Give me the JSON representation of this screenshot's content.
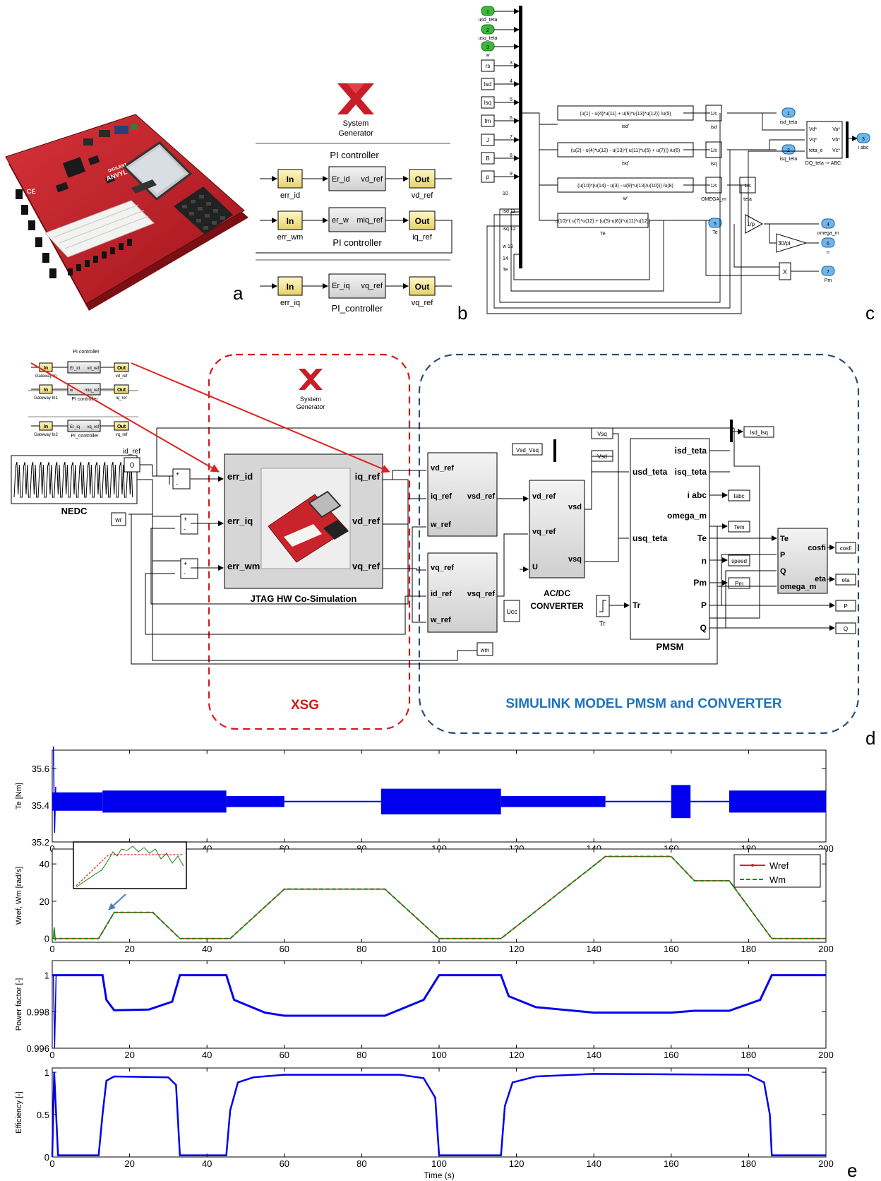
{
  "panel_labels": {
    "a": "a",
    "b": "b",
    "c": "c",
    "d": "d",
    "e": "e"
  },
  "board": {
    "brand": "DIGILENT",
    "model": "ANVYL",
    "mark": "CE"
  },
  "panel_b": {
    "logo": {
      "line1": "System",
      "line2": "Generator"
    },
    "header": "PI controller",
    "rows": [
      {
        "in_block": "In",
        "in_label": "err_id",
        "port_in": "Er_id",
        "port_out": "vd_ref",
        "sub_label": "",
        "out_block": "Out",
        "out_label": "vd_ref"
      },
      {
        "in_block": "In",
        "in_label": "err_wm",
        "port_in": "er_w",
        "port_out": "miq_ref",
        "sub_label": "PI  controller",
        "out_block": "Out",
        "out_label": "iq_ref"
      },
      {
        "in_block": "In",
        "in_label": "err_iq",
        "port_in": "Er_iq",
        "port_out": "vq_ref",
        "sub_label": "PI_controller",
        "out_block": "Out",
        "out_label": "vq_ref"
      }
    ]
  },
  "panel_c": {
    "inputs": [
      {
        "port": "1",
        "label": "usd_teta",
        "num": ""
      },
      {
        "port": "2",
        "label": "usq_teta",
        "num": ""
      },
      {
        "port": "3",
        "label": "w",
        "num": ""
      },
      {
        "port": "rs",
        "label": "",
        "num": "3"
      },
      {
        "port": "lsd",
        "label": "",
        "num": "4"
      },
      {
        "port": "lsq",
        "label": "",
        "num": "5"
      },
      {
        "port": "fm",
        "label": "",
        "num": "6"
      },
      {
        "port": "J",
        "label": "",
        "num": "7"
      },
      {
        "port": "B",
        "label": "",
        "num": "8"
      },
      {
        "port": "p",
        "label": "",
        "num": "9"
      }
    ],
    "bus_labels": [
      "10",
      "isd 11",
      "isq 12",
      "w 13",
      "14",
      "Te"
    ],
    "fcn": [
      {
        "expr": "(u(1) - u(4)*u(11) + u(6)*u(13)*u(12)) /u(5)",
        "label": "isd'"
      },
      {
        "expr": "(u(2) - u(4)*u(12) - u(13)*( u(11)*u(5) + u(7))) /u(6)",
        "label": "isq'"
      },
      {
        "expr": "(u(10)*(u(14) - u(3) - u(9)*u(13)/u(10))) /u(8)",
        "label": "w'"
      },
      {
        "expr": "u(10)*( u(7)*u(12) + (u(5)-u(6))*u(11)*u(12))",
        "label": "Te"
      }
    ],
    "integrators": [
      {
        "text": "1/s",
        "label": "isd"
      },
      {
        "text": "1/s",
        "label": "isq"
      },
      {
        "text": "1/s",
        "label": "OMEGA_m"
      },
      {
        "text": "1/s",
        "label": "teta"
      }
    ],
    "outputs": [
      {
        "port": "1",
        "label": "isd_teta"
      },
      {
        "port": "2",
        "label": "isq_teta"
      },
      {
        "port": "3",
        "label": "i abc"
      },
      {
        "port": "4",
        "label": "omega_m"
      },
      {
        "port": "5",
        "label": "Te"
      },
      {
        "port": "6",
        "label": "n"
      },
      {
        "port": "7",
        "label": "Pm"
      }
    ],
    "dq_block": {
      "ports_in": [
        "Vd*",
        "Vq*",
        "teta_e"
      ],
      "ports_out": [
        "Va*",
        "Vb*",
        "Vc*"
      ],
      "label": "DQ_teta -> ABC"
    },
    "gain_1p": "1/p",
    "gain_30pi": "30/pi",
    "product": "X"
  },
  "panel_d": {
    "mini": {
      "header": "PI controller",
      "rows": [
        {
          "in": "In",
          "in_label": "Gateway In",
          "a": "Er_id",
          "b": "vd_ref",
          "sub": "",
          "out": "Out",
          "out_label": "vd_ref"
        },
        {
          "in": "In",
          "in_label": "Gateway In1",
          "a": "w",
          "b": "miq_ref",
          "sub": "PI  controller",
          "out": "Out",
          "out_label": "iq_ref"
        },
        {
          "in": "In",
          "in_label": "Gateway In2",
          "a": "Er_iq",
          "b": "vq_ref",
          "sub": "PI_controller",
          "out": "Out",
          "out_label": "vq_ref"
        }
      ]
    },
    "logo": {
      "line1": "System",
      "line2": "Generator"
    },
    "nedc": "NEDC",
    "id_ref_label": "id_ref",
    "const0": "0",
    "wr": "wr",
    "sum_signs": {
      "plus": "+",
      "minus": "-"
    },
    "jtag": {
      "title": "JTAG HW Co-Simulation",
      "in": [
        "err_id",
        "err_iq",
        "err_wm"
      ],
      "out": [
        "iq_ref",
        "vd_ref",
        "vq_ref"
      ]
    },
    "sub1": {
      "in": [
        "vd_ref",
        "iq_ref",
        "w_ref"
      ],
      "out": "vsd_ref"
    },
    "sub2": {
      "in": [
        "vq_ref",
        "id_ref",
        "w_ref"
      ],
      "out": "vsq_ref"
    },
    "conv": {
      "in": [
        "vd_ref",
        "vq_ref",
        "U"
      ],
      "out": [
        "vsd",
        "vsq"
      ],
      "label1": "AC/DC",
      "label2": "CONVERTER"
    },
    "ucc": "Ucc",
    "tr": {
      "in": "Tr",
      "label": "Tr"
    },
    "vsd_vsq": "Vsd_Vsq",
    "vsq_tag": "Vsq",
    "vsd_tag": "Vsd",
    "pmsm": {
      "in": [
        "usd_teta",
        "usq_teta",
        "Tr"
      ],
      "out": [
        "isd_teta",
        "isq_teta",
        "i abc",
        "omega_m",
        "Te",
        "n",
        "Pm",
        "P",
        "Q"
      ],
      "label": "PMSM"
    },
    "isd_isq": "Isd_Isq",
    "scopes": [
      "Iabc",
      "Tem",
      "speed",
      "Pm"
    ],
    "eff": {
      "in": [
        "Te",
        "P",
        "Q",
        "omega_m"
      ],
      "out": [
        "cosfi",
        "eta"
      ]
    },
    "out_tags": [
      "cosfi",
      "eta",
      "P",
      "Q"
    ],
    "wm": "wm",
    "xsg": "XSG",
    "sim": "SIMULINK  MODEL PMSM and CONVERTER"
  },
  "chart_data": [
    {
      "type": "line",
      "xlabel": "",
      "ylabel": "Te [Nm]",
      "xlim": [
        0,
        200
      ],
      "ylim": [
        35.2,
        35.7
      ],
      "xticks": [
        "0",
        "20",
        "40",
        "60",
        "80",
        "100",
        "120",
        "140",
        "160",
        "180",
        "200"
      ],
      "yticks": [
        "35.2",
        "35.4",
        "35.6"
      ],
      "grid": false,
      "series": [
        {
          "name": "",
          "color": "#0000ee",
          "note": "mean 35.42 with ripple bands",
          "segments": [
            {
              "x": [
                0,
                13
              ],
              "ripple": 0.05
            },
            {
              "x": [
                13,
                45
              ],
              "ripple": 0.06
            },
            {
              "x": [
                45,
                60
              ],
              "ripple": 0.03
            },
            {
              "x": [
                60,
                85
              ],
              "ripple": 0.0
            },
            {
              "x": [
                85,
                116
              ],
              "ripple": 0.07
            },
            {
              "x": [
                116,
                143
              ],
              "ripple": 0.03
            },
            {
              "x": [
                143,
                160
              ],
              "ripple": 0.0
            },
            {
              "x": [
                160,
                165
              ],
              "ripple": 0.09
            },
            {
              "x": [
                165,
                175
              ],
              "ripple": 0.0
            },
            {
              "x": [
                175,
                200
              ],
              "ripple": 0.06
            }
          ]
        }
      ]
    },
    {
      "type": "line",
      "xlabel": "",
      "ylabel": "Wref, Wm [rad/s]",
      "xlim": [
        0,
        200
      ],
      "ylim": [
        -2,
        48
      ],
      "xticks": [
        "0",
        "20",
        "40",
        "60",
        "80",
        "100",
        "120",
        "140",
        "160",
        "180",
        "200"
      ],
      "yticks": [
        "0",
        "20",
        "40"
      ],
      "legend_position": "top-right",
      "series": [
        {
          "name": "Wref",
          "color": "#dd2222",
          "x": [
            0,
            12,
            16,
            26,
            33,
            46,
            60,
            86,
            100,
            116,
            143,
            160,
            166,
            175,
            186,
            200
          ],
          "y": [
            0,
            0,
            14,
            14,
            0,
            0,
            26.5,
            26.5,
            0,
            0,
            44,
            44,
            31,
            31,
            0,
            0
          ]
        },
        {
          "name": "Wm",
          "color": "#118811",
          "x": [
            0,
            12,
            16,
            26,
            33,
            46,
            60,
            86,
            100,
            116,
            143,
            160,
            166,
            175,
            186,
            200
          ],
          "y": [
            0,
            0,
            14,
            14,
            0,
            0,
            26.5,
            26.5,
            0,
            0,
            44,
            44,
            31,
            31,
            0,
            0
          ]
        }
      ]
    },
    {
      "type": "line",
      "xlabel": "",
      "ylabel": "Power factor [-]",
      "xlim": [
        0,
        200
      ],
      "ylim": [
        0.996,
        1.0008
      ],
      "xticks": [
        "0",
        "20",
        "40",
        "60",
        "80",
        "100",
        "120",
        "140",
        "160",
        "180",
        "200"
      ],
      "yticks": [
        "0.996",
        "0.998",
        "1"
      ],
      "series": [
        {
          "name": "",
          "color": "#0000ee",
          "x": [
            0,
            13,
            14,
            16,
            25,
            31,
            33,
            45,
            47,
            55,
            60,
            86,
            96,
            100,
            116,
            118,
            125,
            140,
            160,
            166,
            175,
            183,
            186,
            200
          ],
          "y": [
            1.0,
            1.0,
            0.99865,
            0.99808,
            0.99812,
            0.99855,
            1.0,
            1.0,
            0.99865,
            0.99795,
            0.99778,
            0.99778,
            0.99865,
            1.0,
            1.0,
            0.99885,
            0.99825,
            0.99795,
            0.99795,
            0.99805,
            0.99805,
            0.99865,
            1.0,
            1.0
          ]
        }
      ]
    },
    {
      "type": "line",
      "xlabel": "Time (s)",
      "ylabel": "Efficiency [-]",
      "xlim": [
        0,
        200
      ],
      "ylim": [
        0,
        1.05
      ],
      "xticks": [
        "0",
        "20",
        "40",
        "60",
        "80",
        "100",
        "120",
        "140",
        "160",
        "180",
        "200"
      ],
      "yticks": [
        "0",
        "0.5",
        "1"
      ],
      "series": [
        {
          "name": "",
          "color": "#0000ee",
          "x": [
            0,
            0.5,
            1.5,
            12,
            13,
            14,
            16,
            30,
            32,
            33,
            45,
            46,
            48,
            52,
            60,
            90,
            96,
            99,
            100,
            116,
            117,
            119,
            125,
            140,
            180,
            184,
            185.5,
            186,
            200
          ],
          "y": [
            0,
            1.0,
            0.02,
            0.02,
            0.5,
            0.9,
            0.95,
            0.94,
            0.85,
            0.02,
            0.02,
            0.55,
            0.88,
            0.94,
            0.97,
            0.97,
            0.93,
            0.7,
            0.02,
            0.02,
            0.6,
            0.88,
            0.95,
            0.98,
            0.97,
            0.88,
            0.5,
            0.02,
            0.02
          ]
        }
      ]
    }
  ]
}
